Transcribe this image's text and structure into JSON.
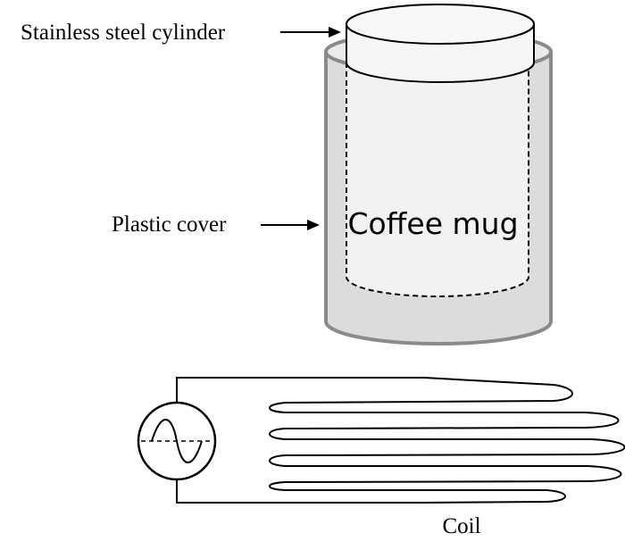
{
  "labels": {
    "stainless": "Stainless steel cylinder",
    "plastic": "Plastic cover",
    "mug": "Coffee mug",
    "coil": "Coil"
  },
  "colors": {
    "cover_fill": "#dcdcdc",
    "cover_stroke": "#8a8a8a",
    "mug_fill": "#f2f2f2",
    "line": "#000000"
  }
}
